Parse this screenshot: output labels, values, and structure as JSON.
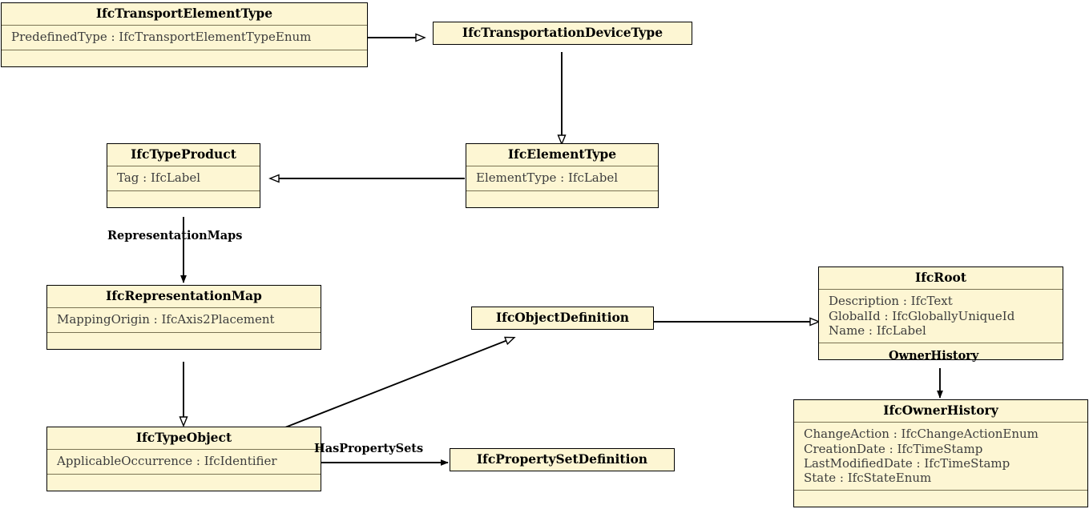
{
  "diagram": {
    "kind": "uml-class-diagram",
    "background": "#ffffff",
    "class_fill": "#fdf6d3",
    "border_color": "#000000",
    "classes": [
      {
        "id": "IfcTransportElementType",
        "name": "IfcTransportElementType",
        "attributes": [
          "PredefinedType : IfcTransportElementTypeEnum"
        ],
        "has_empty_compartment": true
      },
      {
        "id": "IfcTransportationDeviceType",
        "name": "IfcTransportationDeviceType",
        "attributes": [],
        "has_empty_compartment": false
      },
      {
        "id": "IfcTypeProduct",
        "name": "IfcTypeProduct",
        "attributes": [
          "Tag : IfcLabel"
        ],
        "has_empty_compartment": true
      },
      {
        "id": "IfcElementType",
        "name": "IfcElementType",
        "attributes": [
          "ElementType : IfcLabel"
        ],
        "has_empty_compartment": true
      },
      {
        "id": "IfcRepresentationMap",
        "name": "IfcRepresentationMap",
        "attributes": [
          "MappingOrigin : IfcAxis2Placement"
        ],
        "has_empty_compartment": true
      },
      {
        "id": "IfcObjectDefinition",
        "name": "IfcObjectDefinition",
        "attributes": [],
        "has_empty_compartment": false
      },
      {
        "id": "IfcRoot",
        "name": "IfcRoot",
        "attributes": [
          "Description : IfcText",
          "GlobalId : IfcGloballyUniqueId",
          "Name : IfcLabel"
        ],
        "has_empty_compartment": true
      },
      {
        "id": "IfcTypeObject",
        "name": "IfcTypeObject",
        "attributes": [
          "ApplicableOccurrence : IfcIdentifier"
        ],
        "has_empty_compartment": true
      },
      {
        "id": "IfcPropertySetDefinition",
        "name": "IfcPropertySetDefinition",
        "attributes": [],
        "has_empty_compartment": false
      },
      {
        "id": "IfcOwnerHistory",
        "name": "IfcOwnerHistory",
        "attributes": [
          "ChangeAction : IfcChangeActionEnum",
          "CreationDate : IfcTimeStamp",
          "LastModifiedDate : IfcTimeStamp",
          "State : IfcStateEnum"
        ],
        "has_empty_compartment": true
      }
    ],
    "edge_labels": [
      {
        "id": "RepresentationMaps",
        "text": "RepresentationMaps"
      },
      {
        "id": "HasPropertySets",
        "text": "HasPropertySets"
      },
      {
        "id": "OwnerHistory",
        "text": "OwnerHistory"
      }
    ],
    "relations": [
      {
        "from": "IfcTransportElementType",
        "to": "IfcTransportationDeviceType",
        "type": "generalization"
      },
      {
        "from": "IfcTransportationDeviceType",
        "to": "IfcElementType",
        "type": "generalization"
      },
      {
        "from": "IfcElementType",
        "to": "IfcTypeProduct",
        "type": "generalization"
      },
      {
        "from": "IfcTypeProduct",
        "to": "IfcRepresentationMap",
        "type": "association",
        "label": "RepresentationMaps"
      },
      {
        "from": "IfcRepresentationMap",
        "to": "IfcTypeObject",
        "type": "generalization"
      },
      {
        "from": "IfcTypeObject",
        "to": "IfcObjectDefinition",
        "type": "generalization"
      },
      {
        "from": "IfcObjectDefinition",
        "to": "IfcRoot",
        "type": "generalization"
      },
      {
        "from": "IfcTypeObject",
        "to": "IfcPropertySetDefinition",
        "type": "association",
        "label": "HasPropertySets"
      },
      {
        "from": "IfcRoot",
        "to": "IfcOwnerHistory",
        "type": "association",
        "label": "OwnerHistory"
      }
    ]
  }
}
